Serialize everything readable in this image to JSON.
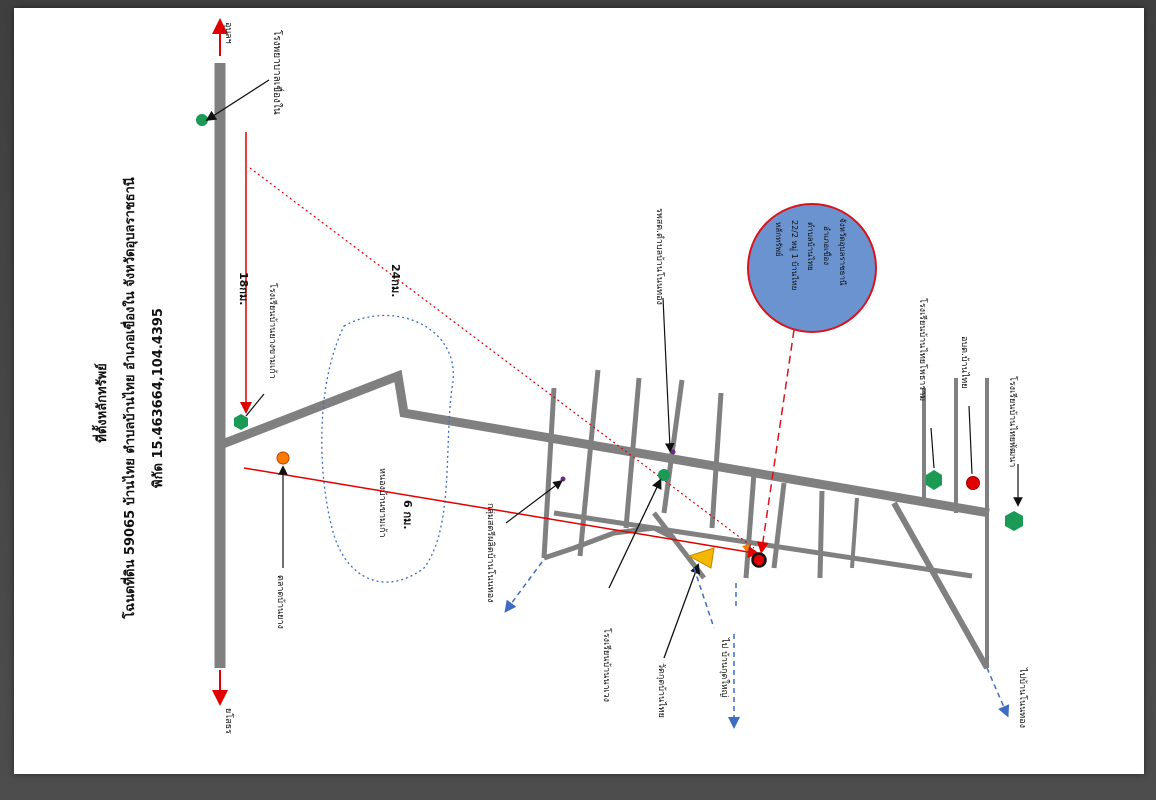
{
  "document": {
    "title_lines": [
      "ที่ตั้งหลักทรัพย์",
      "โฉนดที่ดิน 59065   บ้านไทย ตำบลบ้านไทย อำเภอเขื่องใน จังหวัดอุบลราชธานี",
      "พิกัด 15.463664,104.4395"
    ]
  },
  "map": {
    "directions": {
      "north": "อุบลฯ",
      "south": "ยโสธร",
      "to_ban_phu_yai": "ไป บ้านกุดใหญ่",
      "to_ban_tha_thong": "ไปบ้านโนนทอง"
    },
    "distances": {
      "d18": "18กม.",
      "d24": "24กม.",
      "d6": "6 กม."
    },
    "landmarks": {
      "khueang_nai_hospital": "โรงพยาบาลเขื่องใน",
      "ban_yang_school": "โรงเรียนบ้านยางขามเก้า",
      "ban_yang_market": "ตลาดบ้านยาง",
      "nong_lake": "หนองบ้านขามเก้า",
      "housewife_group": "กลุ่มสตรีผลิตบ้านโนนทอง",
      "rphs_ban_non_thong": "รพสต.ตำบลบ้านโนนทอง",
      "ban_nong_school": "โรงเรียนบ้านนาเวง",
      "wat_ban_thai": "วัดกุดบ้านไทย",
      "ban_thai_school": "โรงเรียนบ้านไทยโพธาราม",
      "ban_thai_obt": "อบต.บ้านไทย",
      "ban_thai_phatharam_school": "โรงเรียนบ้านไทยพัฒนา"
    },
    "property_bubble": [
      "หลักทรัพย์",
      "22/2 หมู่ 1 บ้านไทย",
      "ตำบลบ้านไทย",
      "อำเภอเขื่อง",
      "จังหวัดอุบลราชธานี"
    ],
    "colors": {
      "road": "#808080",
      "red_marker": "#e00000",
      "green_marker": "#1a9a55",
      "orange_marker": "#ff7a00",
      "yellow_triangle": "#f5b800",
      "bubble_fill": "#6a93d0",
      "bubble_border": "#d8131b",
      "blue_dashed": "#3d6cc2"
    }
  }
}
